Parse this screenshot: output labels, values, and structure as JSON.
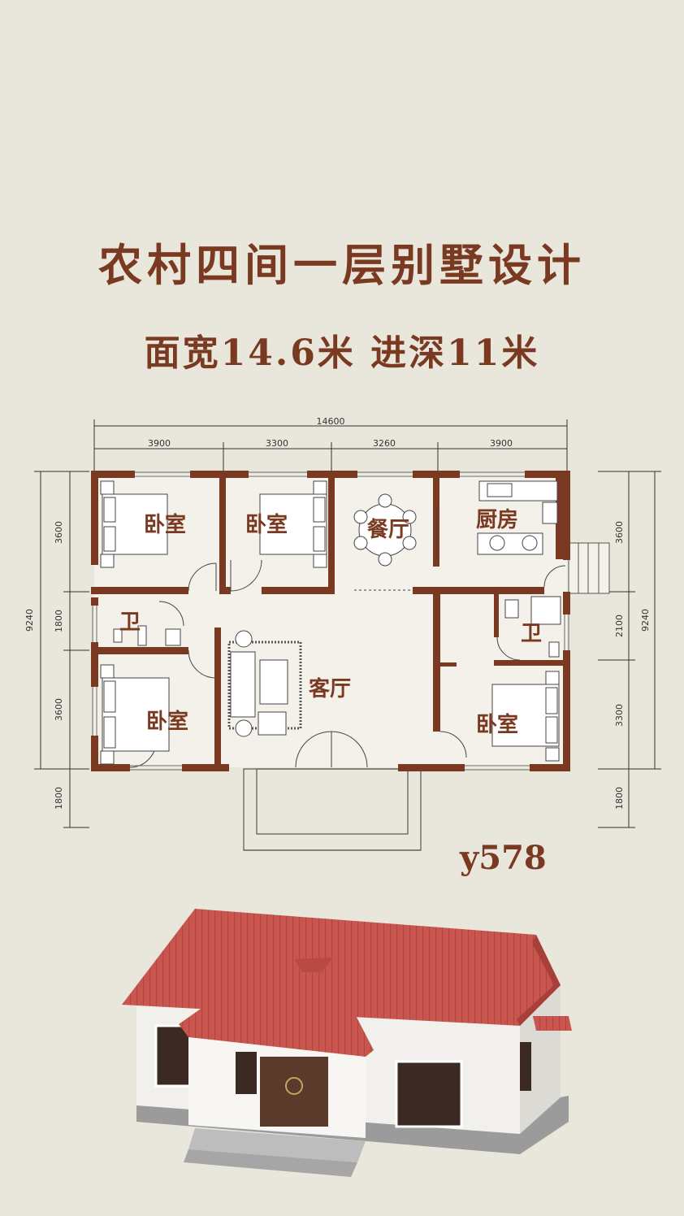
{
  "title": "农村四间一层别墅设计",
  "subtitle": "面宽14.6米  进深11米",
  "plan_code": "y578",
  "dimensions": {
    "total_width": "14600",
    "top_segments": [
      "3900",
      "3300",
      "3260",
      "3900"
    ],
    "left_segments": [
      "3600",
      "1800",
      "3600",
      "1800"
    ],
    "left_total": "9240",
    "right_segments": [
      "3600",
      "2100",
      "3300",
      "1800"
    ],
    "right_total": "9240"
  },
  "rooms": {
    "bedroom_1": "卧室",
    "bedroom_2": "卧室",
    "dining": "餐厅",
    "kitchen": "厨房",
    "bath_left": "卫",
    "bath_right": "卫",
    "living": "客厅",
    "bedroom_3": "卧室",
    "bedroom_4": "卧室"
  },
  "colors": {
    "background": "#e9e6dc",
    "title": "#7a3a22",
    "wall": "#7a3a22",
    "roof": "#c8564e"
  }
}
